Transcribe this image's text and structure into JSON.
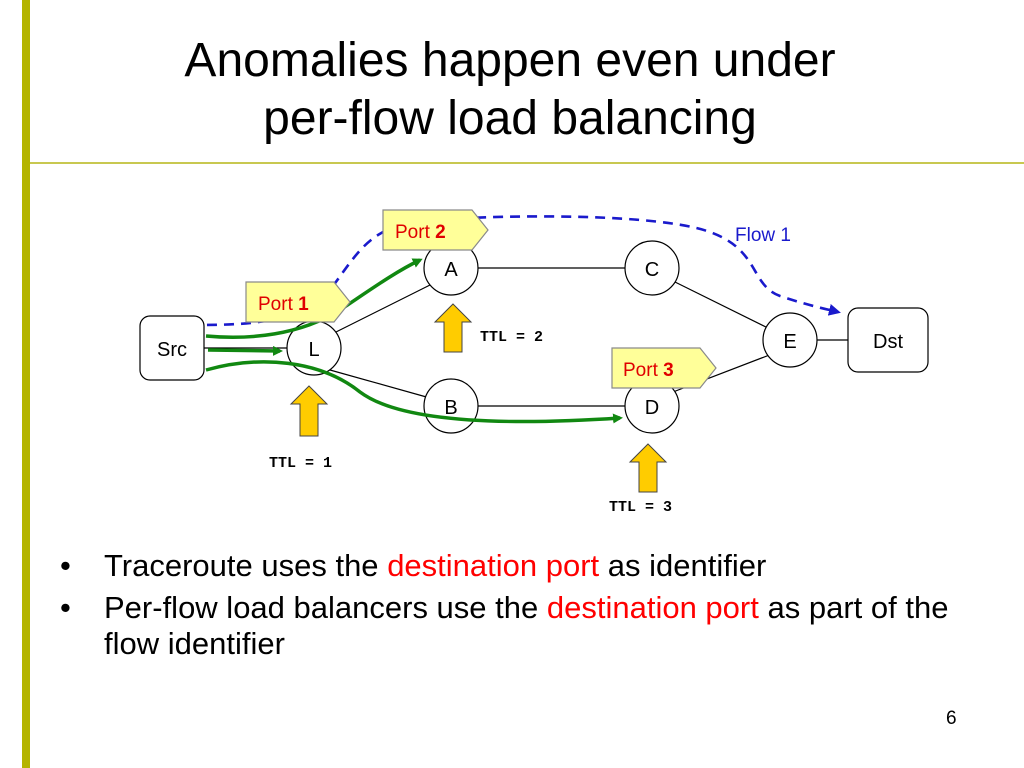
{
  "slide": {
    "title_line1": "Anomalies happen even under",
    "title_line2": "per-flow load balancing",
    "page_number": "6"
  },
  "diagram": {
    "nodes": {
      "src": "Src",
      "l": "L",
      "a": "A",
      "b": "B",
      "c": "C",
      "d": "D",
      "e": "E",
      "dst": "Dst"
    },
    "ports": [
      {
        "label": "Port",
        "number": "1"
      },
      {
        "label": "Port",
        "number": "2"
      },
      {
        "label": "Port",
        "number": "3"
      }
    ],
    "ttls": [
      "TTL = 1",
      "TTL = 2",
      "TTL = 3"
    ],
    "flow_label": "Flow 1",
    "colors": {
      "probe_arrow": "#118811",
      "flow_path": "#1a1acc",
      "port_callout_fill": "#ffff99",
      "ttl_arrow_fill": "#ffcc00",
      "highlight": "#ff0000"
    }
  },
  "bullets": [
    {
      "before": "Traceroute uses the",
      "highlight": "destination port",
      "after": "as identifier"
    },
    {
      "before": "Per-flow load balancers use the",
      "highlight": "destination port",
      "after": "as part of the flow identifier"
    }
  ]
}
